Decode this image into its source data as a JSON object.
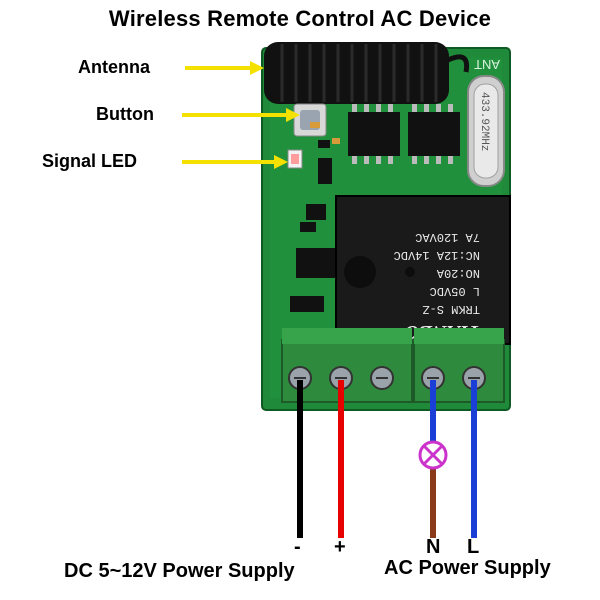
{
  "title": "Wireless Remote Control AC Device",
  "labels": {
    "antenna": "Antenna",
    "button": "Button",
    "signal_led": "Signal LED"
  },
  "terminals": {
    "minus": "-",
    "plus": "+",
    "neutral": "N",
    "live": "L"
  },
  "supply": {
    "dc": "DC 5~12V Power Supply",
    "ac": "AC Power Supply"
  },
  "relay": {
    "brand": "TIANBO",
    "model": "TRKM S-Z",
    "voltage": "L 05VDC",
    "rating_no": "NO:20A",
    "rating_nc": "NC:12A 14VDC",
    "rating_ac": "7A 120VAC"
  },
  "crystal": "433.92MHz",
  "antenna_mark": "ANT",
  "colors": {
    "pcb": "#1e8a3a",
    "relay": "#1a1a1a",
    "terminal": "#2e8b3e",
    "wire_black": "#000000",
    "wire_red": "#e60000",
    "wire_blue": "#1a3fd6",
    "wire_brown": "#8b3a1a",
    "lamp": "#cc33cc",
    "arrow": "#f5e100"
  }
}
